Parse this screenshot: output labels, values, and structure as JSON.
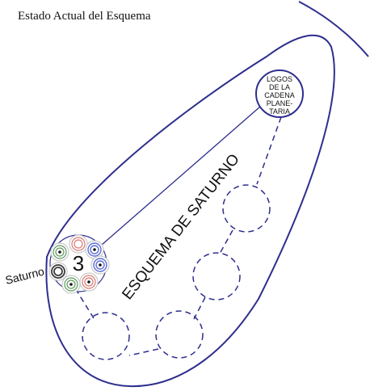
{
  "title": "Estado Actual del Esquema",
  "scheme_label": "ESQUEMA DE SATURNO",
  "planet_label": "Saturno",
  "planet_number": "3",
  "logos": {
    "line1": "LOGOS",
    "line2": "DE LA",
    "line3": "CADENA",
    "line4": "PLANE-",
    "line5": "TARIA"
  },
  "colors": {
    "outline": "#2e2e8e",
    "ring_gray": "#c9c9c9",
    "ring_red": "#d97a72",
    "ring_blue": "#5c6fd6",
    "ring_green": "#5f9a5f",
    "ring_dark": "#3a3a3a"
  }
}
